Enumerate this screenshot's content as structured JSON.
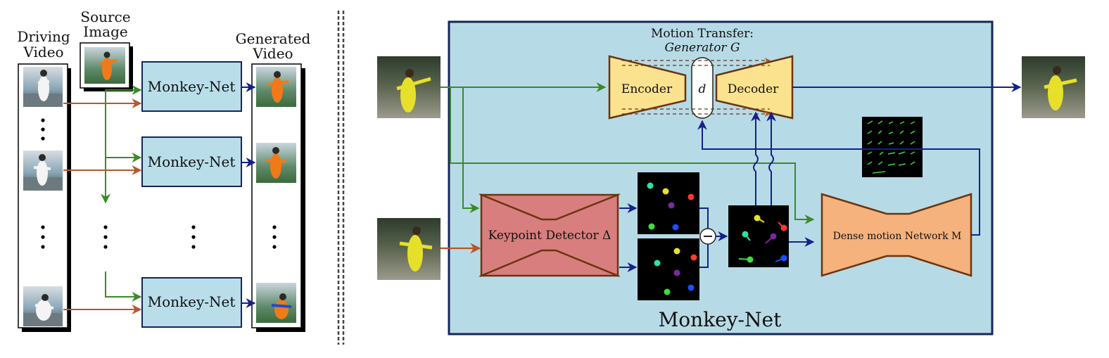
{
  "left_panel": {
    "driving_video_label": [
      "Driving",
      "Video"
    ],
    "source_image_label": [
      "Source",
      "Image"
    ],
    "generated_video_label": [
      "Generated",
      "Video"
    ],
    "monkey_net_boxes": [
      "Monkey-Net",
      "Monkey-Net",
      "Monkey-Net"
    ]
  },
  "right_panel": {
    "title": "Monkey-Net",
    "motion_transfer_label": [
      "Motion Transfer:",
      "Generator G"
    ],
    "encoder_label": "Encoder",
    "decoder_label": "Decoder",
    "d_label": "d",
    "keypoint_detector_label": "Keypoint Detector Δ",
    "dense_motion_label": "Dense motion Network M"
  },
  "colors": {
    "panel_blue": "#b7dbe6",
    "panel_border": "#15255a",
    "box_blue": "#b9deea",
    "encoder_fill": "#fbe28f",
    "keypoint_fill": "#d97e7e",
    "dense_fill": "#f5b27c",
    "arrow_green": "#3a8a2a",
    "arrow_brown": "#b5582c",
    "arrow_navy": "#15208a",
    "shape_border": "#6a3410"
  }
}
